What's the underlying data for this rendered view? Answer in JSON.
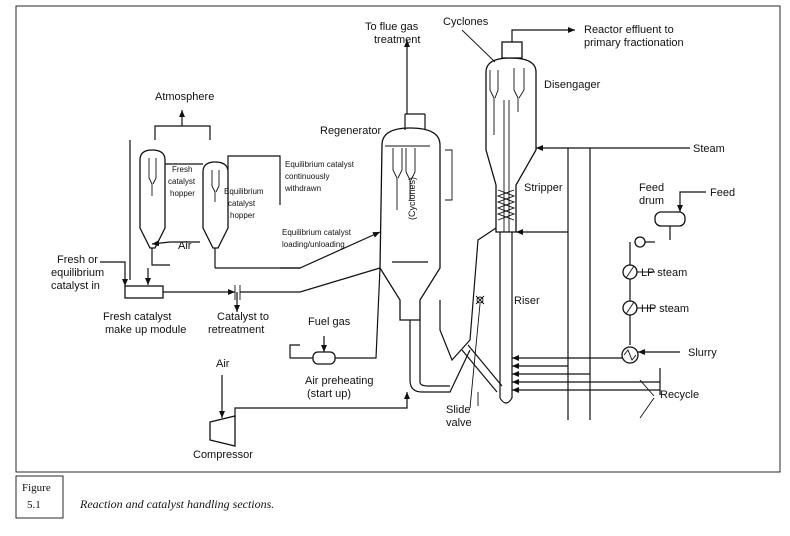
{
  "labels": {
    "to_flue_gas": [
      "To flue gas",
      "treatment"
    ],
    "cyclones_top": "Cyclones",
    "reactor_effluent": [
      "Reactor effluent to",
      "primary fractionation"
    ],
    "disengager": "Disengager",
    "atmosphere": "Atmosphere",
    "regenerator": "Regenerator",
    "cyclones_vertical": "(Cyclones)",
    "steam": "Steam",
    "fresh_catalyst_hopper": [
      "Fresh",
      "catalyst",
      "hopper"
    ],
    "equilibrium_catalyst_hopper": [
      "Equilibrium",
      "catalyst",
      "hopper"
    ],
    "eq_withdrawn": [
      "Equilibrium catalyst",
      "continuously",
      "withdrawn"
    ],
    "stripper": "Stripper",
    "feed_drum": [
      "Feed",
      "drum"
    ],
    "feed": "Feed",
    "air_hoppers": "Air",
    "eq_loading": [
      "Equilibrium catalyst",
      "loading/unloading"
    ],
    "fresh_or_eq": [
      "Fresh or",
      "equilibrium",
      "catalyst in"
    ],
    "lp_steam": "LP steam",
    "hp_steam": "HP steam",
    "riser": "Riser",
    "makeup_module": [
      "Fresh catalyst",
      "make up module"
    ],
    "catalyst_retreatment": [
      "Catalyst to",
      "retreatment"
    ],
    "fuel_gas": "Fuel gas",
    "air_bottom": "Air",
    "slurry": "Slurry",
    "air_preheating": [
      "Air preheating",
      "(start up)"
    ],
    "recycle": "Recycle",
    "slide_valve": [
      "Slide",
      "valve"
    ],
    "compressor": "Compressor"
  },
  "caption": {
    "figure_word": "Figure",
    "figure_number": "5.1",
    "text": "Reaction and catalyst handling sections."
  }
}
